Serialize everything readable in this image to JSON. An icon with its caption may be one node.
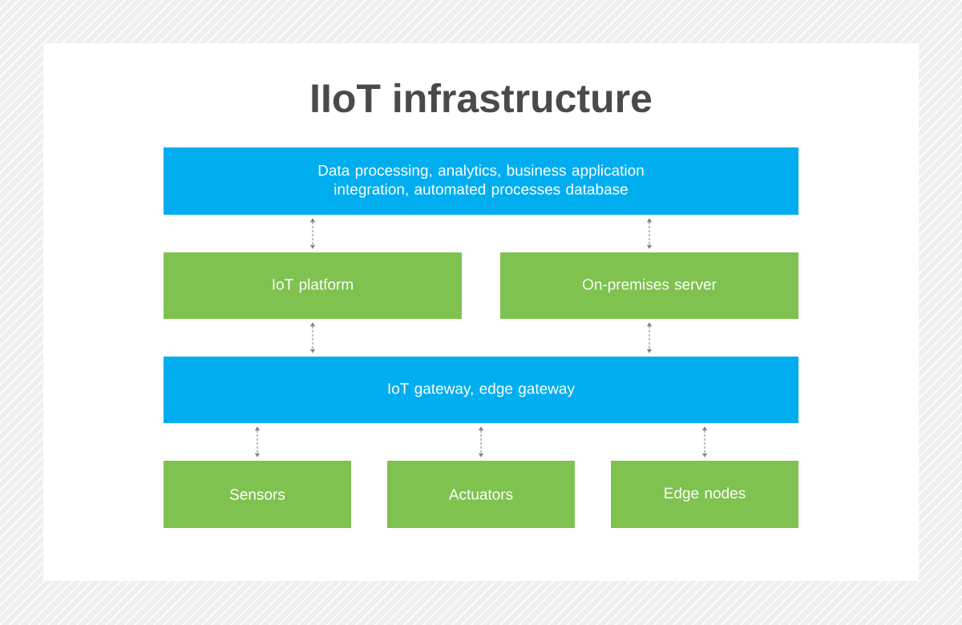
{
  "diagram": {
    "title": "IIoT infrastructure",
    "nodes": [
      {
        "text": [
          "Data processing, analytics, business application integration, automated processes database"
        ]
      },
      {
        "text": [
          "IoT platform"
        ]
      },
      {
        "text": [
          "On-premises server"
        ]
      },
      {
        "text": [
          "IoT gateway, edge gateway"
        ]
      },
      {
        "text": [
          "Sensors"
        ]
      },
      {
        "text": [
          "Actuators"
        ]
      },
      {
        "text": [
          "Edge nodes"
        ]
      }
    ],
    "edges": [
      {
        "from": 0,
        "to": 1,
        "arrow": "both",
        "style": "dashed"
      },
      {
        "from": 0,
        "to": 2,
        "arrow": "both",
        "style": "dashed"
      },
      {
        "from": 1,
        "to": 3,
        "arrow": "both",
        "style": "dashed"
      },
      {
        "from": 2,
        "to": 3,
        "arrow": "both",
        "style": "dashed"
      },
      {
        "from": 3,
        "to": 4,
        "arrow": "both",
        "style": "dashed"
      },
      {
        "from": 3,
        "to": 5,
        "arrow": "both",
        "style": "dashed"
      },
      {
        "from": 3,
        "to": 6,
        "arrow": "both",
        "style": "dashed"
      }
    ]
  }
}
